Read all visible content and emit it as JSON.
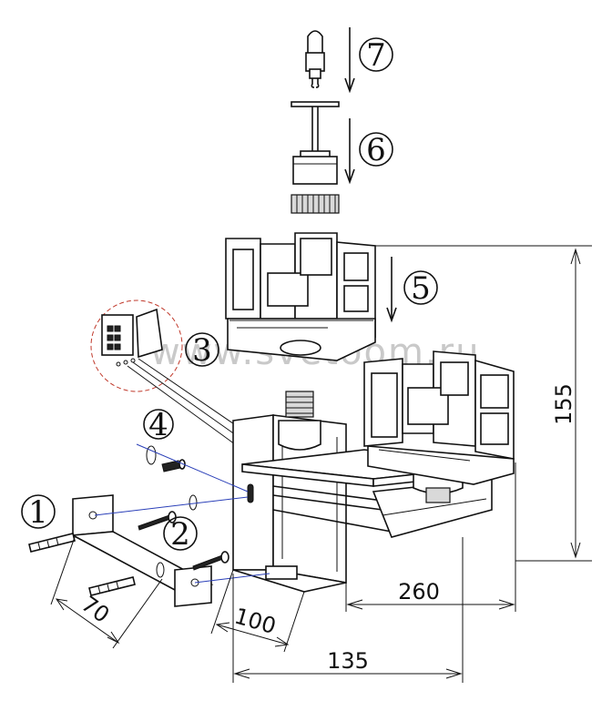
{
  "callouts": {
    "c1": "1",
    "c2": "2",
    "c3": "3",
    "c4": "4",
    "c5": "5",
    "c6": "6",
    "c7": "7"
  },
  "dimensions": {
    "height": "155",
    "width_arm": "260",
    "depth": "135",
    "plate_width": "100",
    "screw_spacing": "70"
  },
  "watermark": "www.svetoom.ru"
}
